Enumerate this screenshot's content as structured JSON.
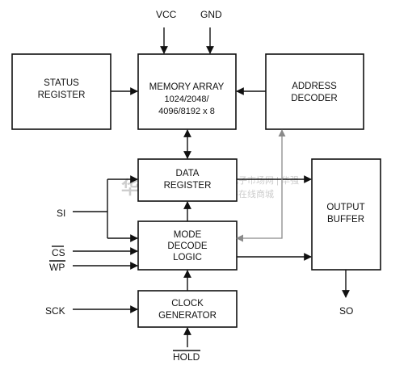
{
  "pins": {
    "vcc": "VCC",
    "gnd": "GND",
    "si": "SI",
    "cs": "CS",
    "wp": "WP",
    "sck": "SCK",
    "hold": "HOLD",
    "so": "SO"
  },
  "blocks": {
    "status_register": [
      "STATUS",
      "REGISTER"
    ],
    "memory_array": [
      "MEMORY ARRAY",
      "1024/2048/",
      "4096/8192 x 8"
    ],
    "address_decoder": [
      "ADDRESS",
      "DECODER"
    ],
    "data_register": [
      "DATA",
      "REGISTER"
    ],
    "output_buffer": [
      "OUTPUT",
      "BUFFER"
    ],
    "mode_decode_logic": [
      "MODE",
      "DECODE",
      "LOGIC"
    ],
    "clock_generator": [
      "CLOCK",
      "GENERATOR"
    ]
  },
  "watermark": {
    "left": "华强",
    "right_top": "维库电子市场网 | 华强",
    "right_bottom": "元器件在线商城"
  },
  "colors": {
    "line": "#111111",
    "address_bus": "#8a8a8a",
    "watermark": "#c8c8c8"
  }
}
